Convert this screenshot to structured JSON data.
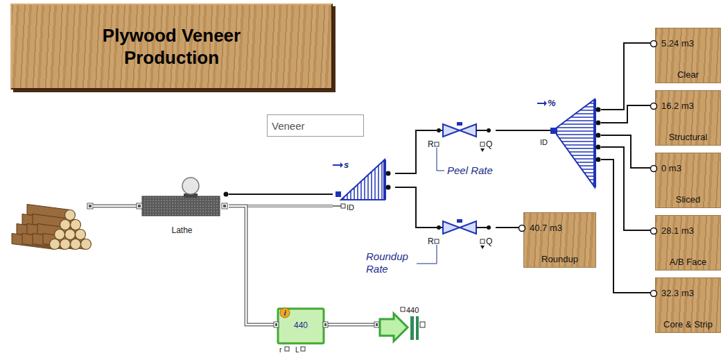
{
  "diagram": {
    "title": "Plywood Veneer Production",
    "nodes": [
      {
        "text": [
          "Veneer"
        ]
      },
      {
        "text": [
          "Lathe"
        ]
      },
      {
        "text": [
          "s",
          "ID"
        ]
      },
      {
        "text": [
          "R",
          "Q"
        ]
      },
      {
        "text": [
          "%",
          "ID"
        ]
      },
      {
        "text": [
          "5.24 m3",
          "Clear"
        ]
      },
      {
        "text": [
          "16.2 m3",
          "Structural"
        ]
      },
      {
        "text": [
          "0 m3",
          "Sliced"
        ]
      },
      {
        "text": [
          "R",
          "Q"
        ]
      },
      {
        "text": [
          "40.7 m3",
          "Roundup"
        ]
      },
      {
        "text": [
          "28.1 m3",
          "A/B Face"
        ]
      },
      {
        "text": [
          "32.3 m3",
          "Core & Strip"
        ]
      },
      {
        "text": [
          "i",
          "440",
          "r",
          "L"
        ]
      },
      {
        "text": [
          "440"
        ]
      }
    ],
    "edges": [
      {
        "from": 1,
        "to": 2,
        "arrow": "none"
      },
      {
        "from": 1,
        "to": 2,
        "arrow": "none"
      },
      {
        "from": 1,
        "to": 12,
        "arrow": "none"
      },
      {
        "from": 12,
        "to": 13,
        "arrow": "none"
      },
      {
        "from": 2,
        "to": 3,
        "arrow": "none"
      },
      {
        "from": 2,
        "to": 8,
        "arrow": "none"
      },
      {
        "from": 3,
        "to": 4,
        "arrow": "none"
      },
      {
        "from": 8,
        "to": 9,
        "arrow": "none"
      },
      {
        "from": 4,
        "to": 5,
        "arrow": "none"
      },
      {
        "from": 4,
        "to": 6,
        "arrow": "none"
      },
      {
        "from": 4,
        "to": 7,
        "arrow": "none"
      },
      {
        "from": 4,
        "to": 10,
        "arrow": "none"
      },
      {
        "from": 4,
        "to": 11,
        "arrow": "none"
      }
    ],
    "labels": [
      "Peel Rate",
      "Roundup Rate"
    ]
  }
}
